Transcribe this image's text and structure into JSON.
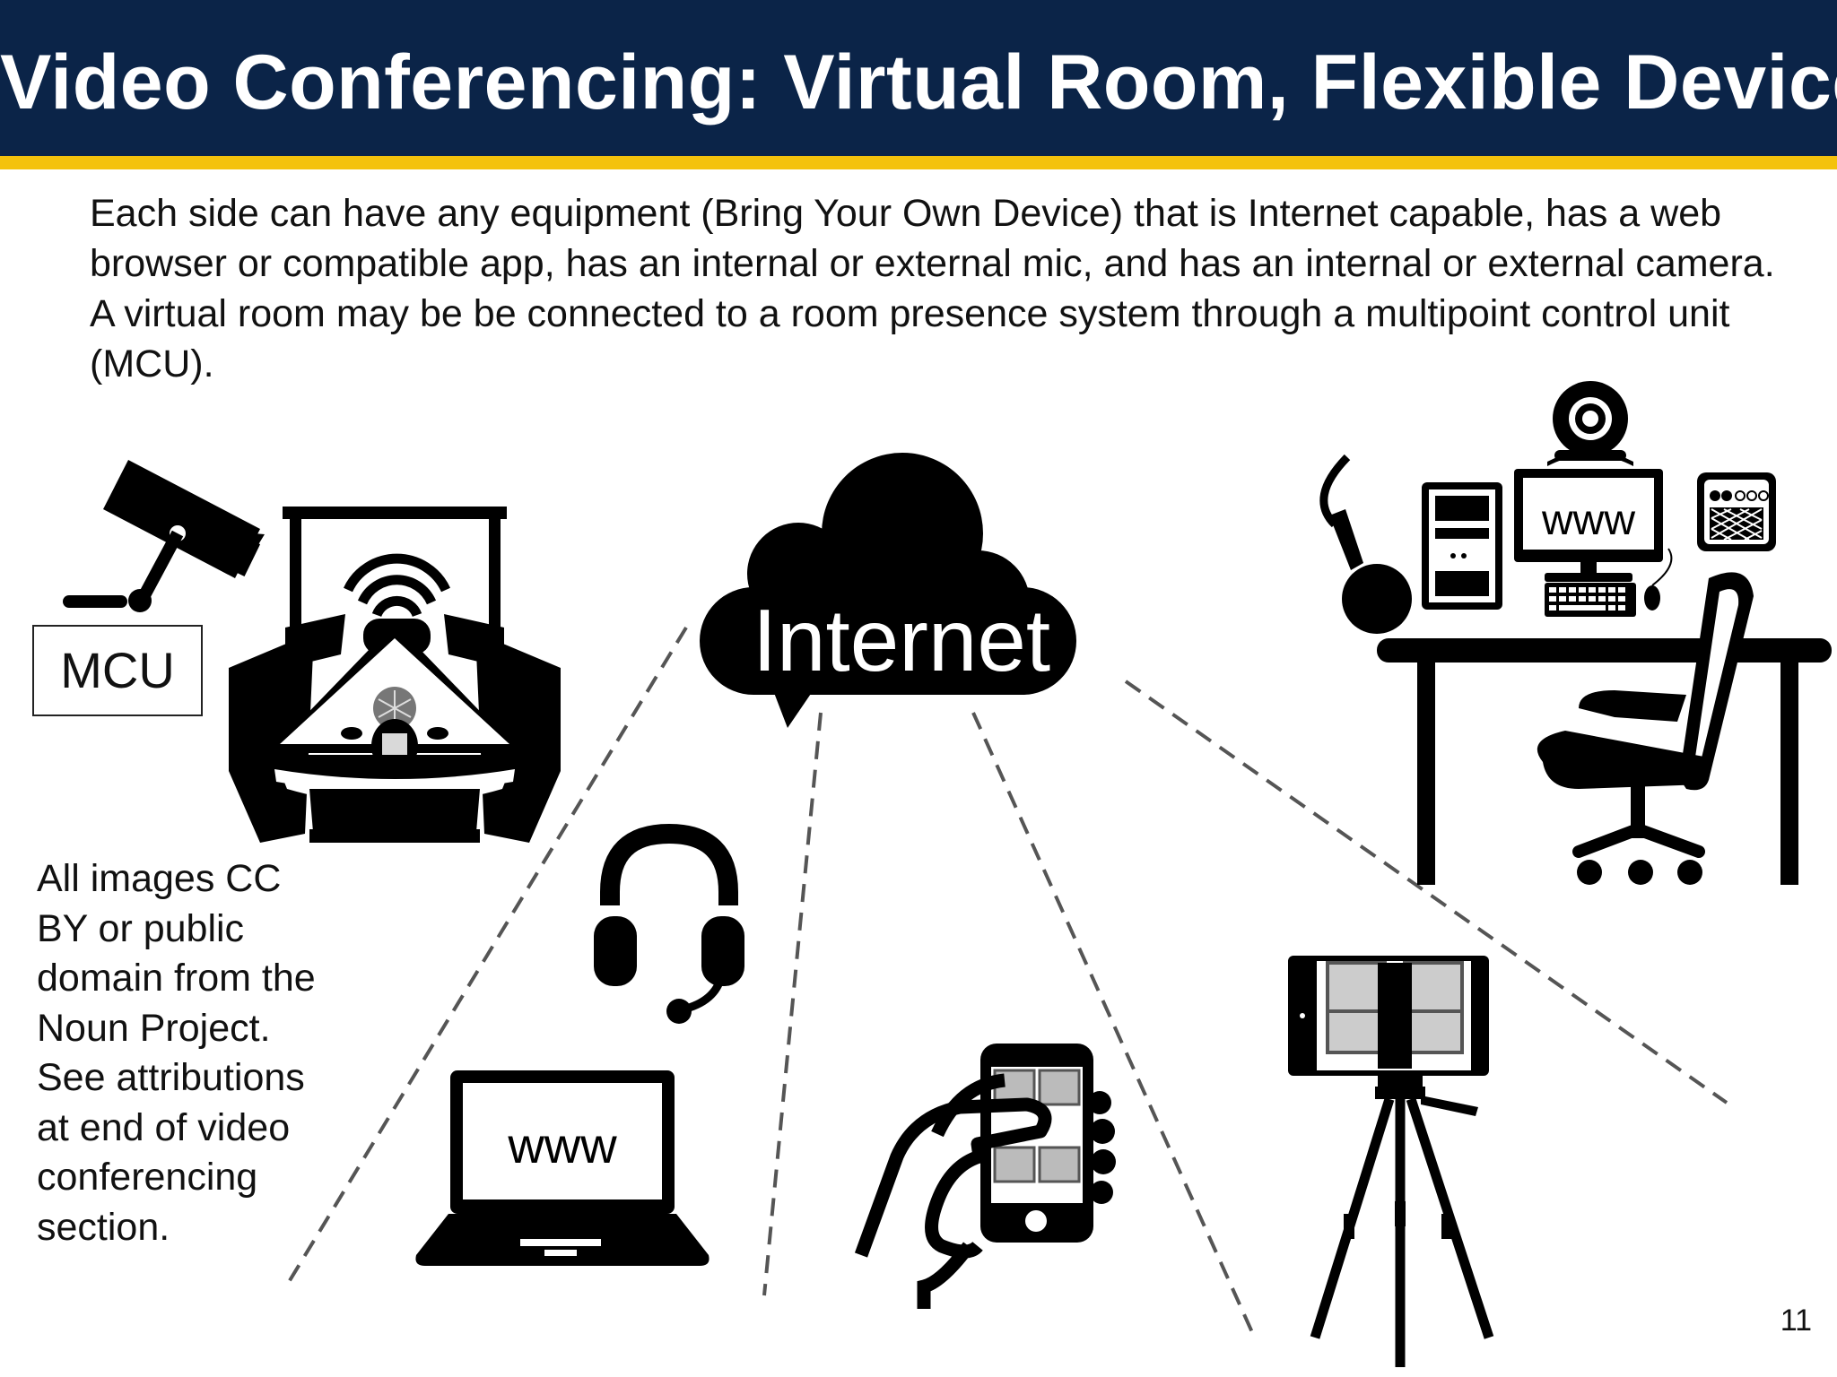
{
  "slide": {
    "title": "Video Conferencing: Virtual Room, Flexible Devices",
    "intro_text": "Each side can have any equipment (Bring Your Own Device) that is Internet capable, has a web browser or compatible app, has an internal or external mic, and has an internal or external camera. A virtual room may be be connected to a room presence system through a multipoint control unit (MCU).",
    "attribution_text": "All images CC BY or public domain from the Noun Project. See attributions at end of video conferencing section.",
    "page_number": "11"
  },
  "diagram": {
    "cloud_label": "Internet",
    "mcu_label": "MCU",
    "desktop_screen_label": "www",
    "laptop_screen_label": "www"
  },
  "colors": {
    "title_background": "#0b2448",
    "title_stripe": "#f4c20d",
    "title_text": "#ffffff",
    "icon_fill": "#000000",
    "connector_line": "#555555"
  },
  "icons": [
    "security-camera-icon",
    "conference-room-icon",
    "internet-cloud-icon",
    "webcam-icon",
    "desktop-workstation-icon",
    "headset-icon",
    "laptop-icon",
    "smartphone-in-hand-icon",
    "tablet-on-tripod-icon"
  ]
}
